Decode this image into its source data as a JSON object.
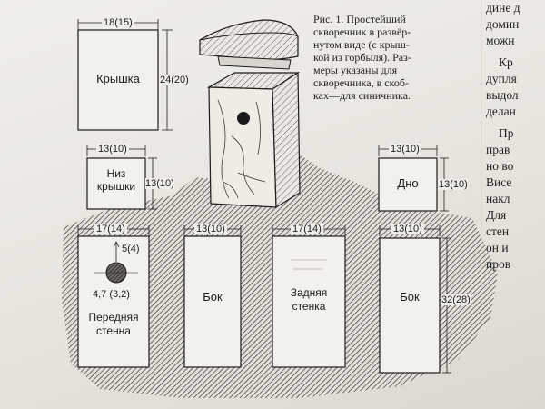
{
  "caption": {
    "lines": [
      "Рис. 1. Простейший",
      "скворечник в развёр-",
      "нутом виде (с крыш-",
      "кой из горбыля). Раз-",
      "меры указаны для",
      "скворечника, в скоб-",
      "ках—для синичника."
    ]
  },
  "body_text": {
    "lines": [
      "дине д",
      "домин",
      "можн",
      "Кр",
      "дупля",
      "выдол",
      "делан",
      "Пр",
      "прав",
      "но во",
      "Висе",
      "накл",
      "Для",
      "стен",
      "он и",
      "пров"
    ]
  },
  "parts": {
    "lid": "Крышка",
    "lid_bottom": [
      "Низ",
      "крышки"
    ],
    "bottom": "Дно",
    "front": [
      "Передняя",
      "стенна"
    ],
    "side_left": "Бок",
    "back": [
      "Задняя",
      "стенка"
    ],
    "side_right": "Бок"
  },
  "dims": {
    "lid_w": "18(15)",
    "lid_h": "24(20)",
    "lid_bottom_w": "13(10)",
    "lid_bottom_h": "13(10)",
    "bottom_w": "13(10)",
    "bottom_h": "13(10)",
    "front_w": "17(14)",
    "side_left_w": "13(10)",
    "back_w": "17(14)",
    "side_right_w": "13(10)",
    "side_right_h": "32(28)",
    "hole_offset": "5(4)",
    "hole_diam": "4,7 (3,2)"
  }
}
